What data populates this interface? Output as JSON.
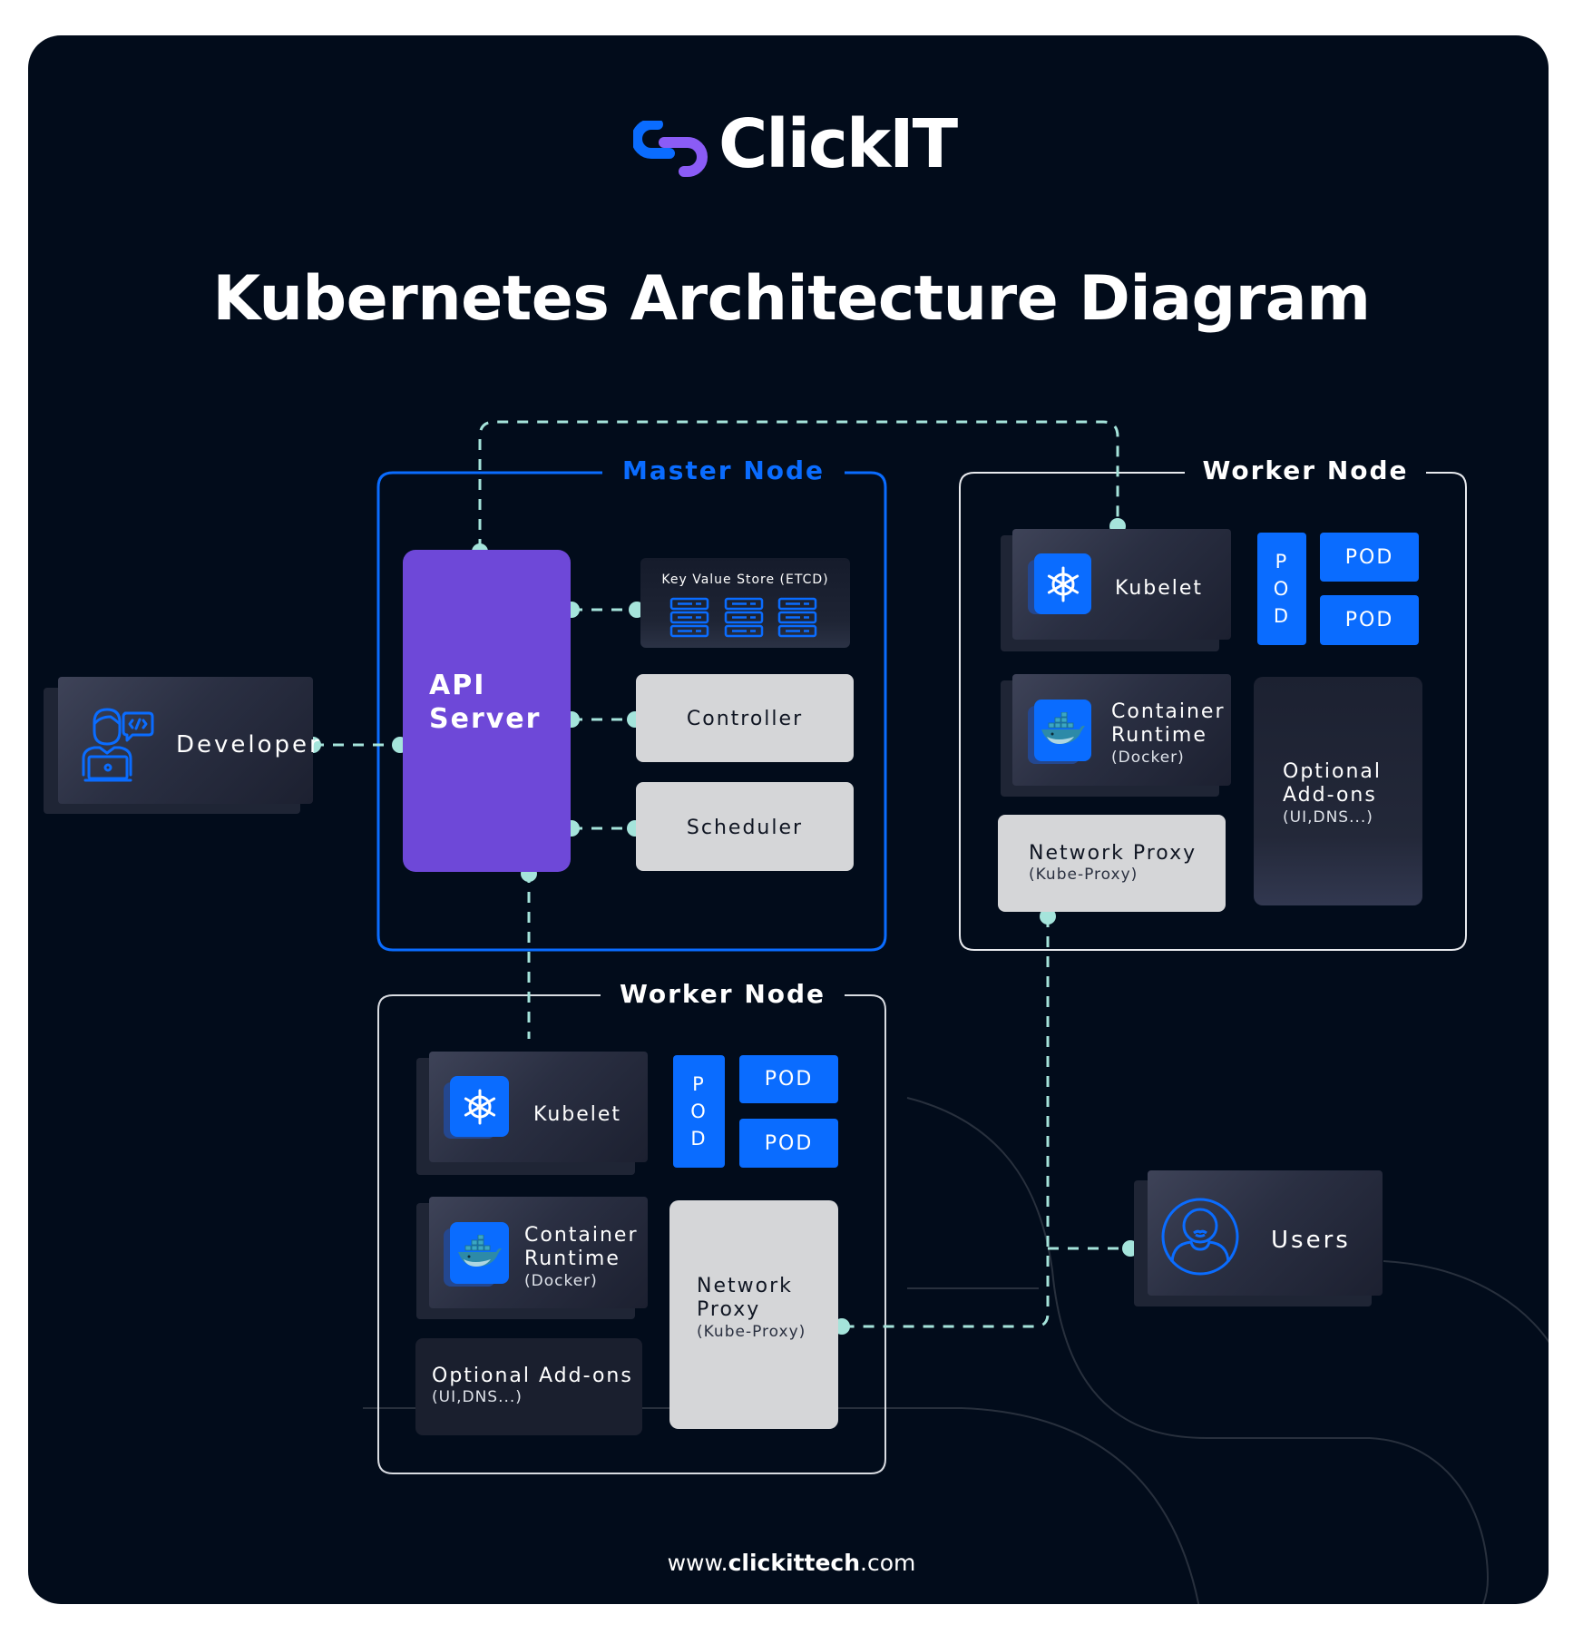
{
  "brand": {
    "name": "ClickIT",
    "colors": {
      "blue": "#0a6cff",
      "purple": "#8b5cf6",
      "background": "#020c1b",
      "connector": "#a5e4db",
      "api_server": "#6e48d8"
    }
  },
  "title": "Kubernetes Architecture Diagram",
  "developer": {
    "label": "Developer",
    "icon": "developer-icon"
  },
  "users": {
    "label": "Users",
    "icon": "user-icon"
  },
  "master_node": {
    "label": "Master Node",
    "api_server": {
      "line1": "API",
      "line2": "Server"
    },
    "etcd": {
      "label": "Key Value Store (ETCD)",
      "icon": "server-stack-icon"
    },
    "controller": {
      "label": "Controller"
    },
    "scheduler": {
      "label": "Scheduler"
    }
  },
  "worker_node_right": {
    "label": "Worker Node",
    "kubelet": {
      "label": "Kubelet",
      "icon": "kubernetes-helm-icon"
    },
    "container_runtime": {
      "line1": "Container",
      "line2": "Runtime",
      "sub": "(Docker)",
      "icon": "docker-whale-icon"
    },
    "pods": {
      "vertical": [
        "P",
        "O",
        "D"
      ],
      "boxes": [
        "POD",
        "POD"
      ]
    },
    "network_proxy": {
      "line1": "Network Proxy",
      "sub": "(Kube-Proxy)"
    },
    "addons": {
      "line1": "Optional",
      "line2": "Add-ons",
      "sub": "(UI,DNS...)"
    }
  },
  "worker_node_bottom": {
    "label": "Worker Node",
    "kubelet": {
      "label": "Kubelet",
      "icon": "kubernetes-helm-icon"
    },
    "container_runtime": {
      "line1": "Container",
      "line2": "Runtime",
      "sub": "(Docker)",
      "icon": "docker-whale-icon"
    },
    "pods": {
      "vertical": [
        "P",
        "O",
        "D"
      ],
      "boxes": [
        "POD",
        "POD"
      ]
    },
    "network_proxy": {
      "line1": "Network",
      "line2": "Proxy",
      "sub": "(Kube-Proxy)"
    },
    "addons": {
      "line1": "Optional Add-ons",
      "sub": "(UI,DNS...)"
    }
  },
  "footer": {
    "prefix": "www.",
    "bold": "clickittech",
    "suffix": ".com"
  }
}
